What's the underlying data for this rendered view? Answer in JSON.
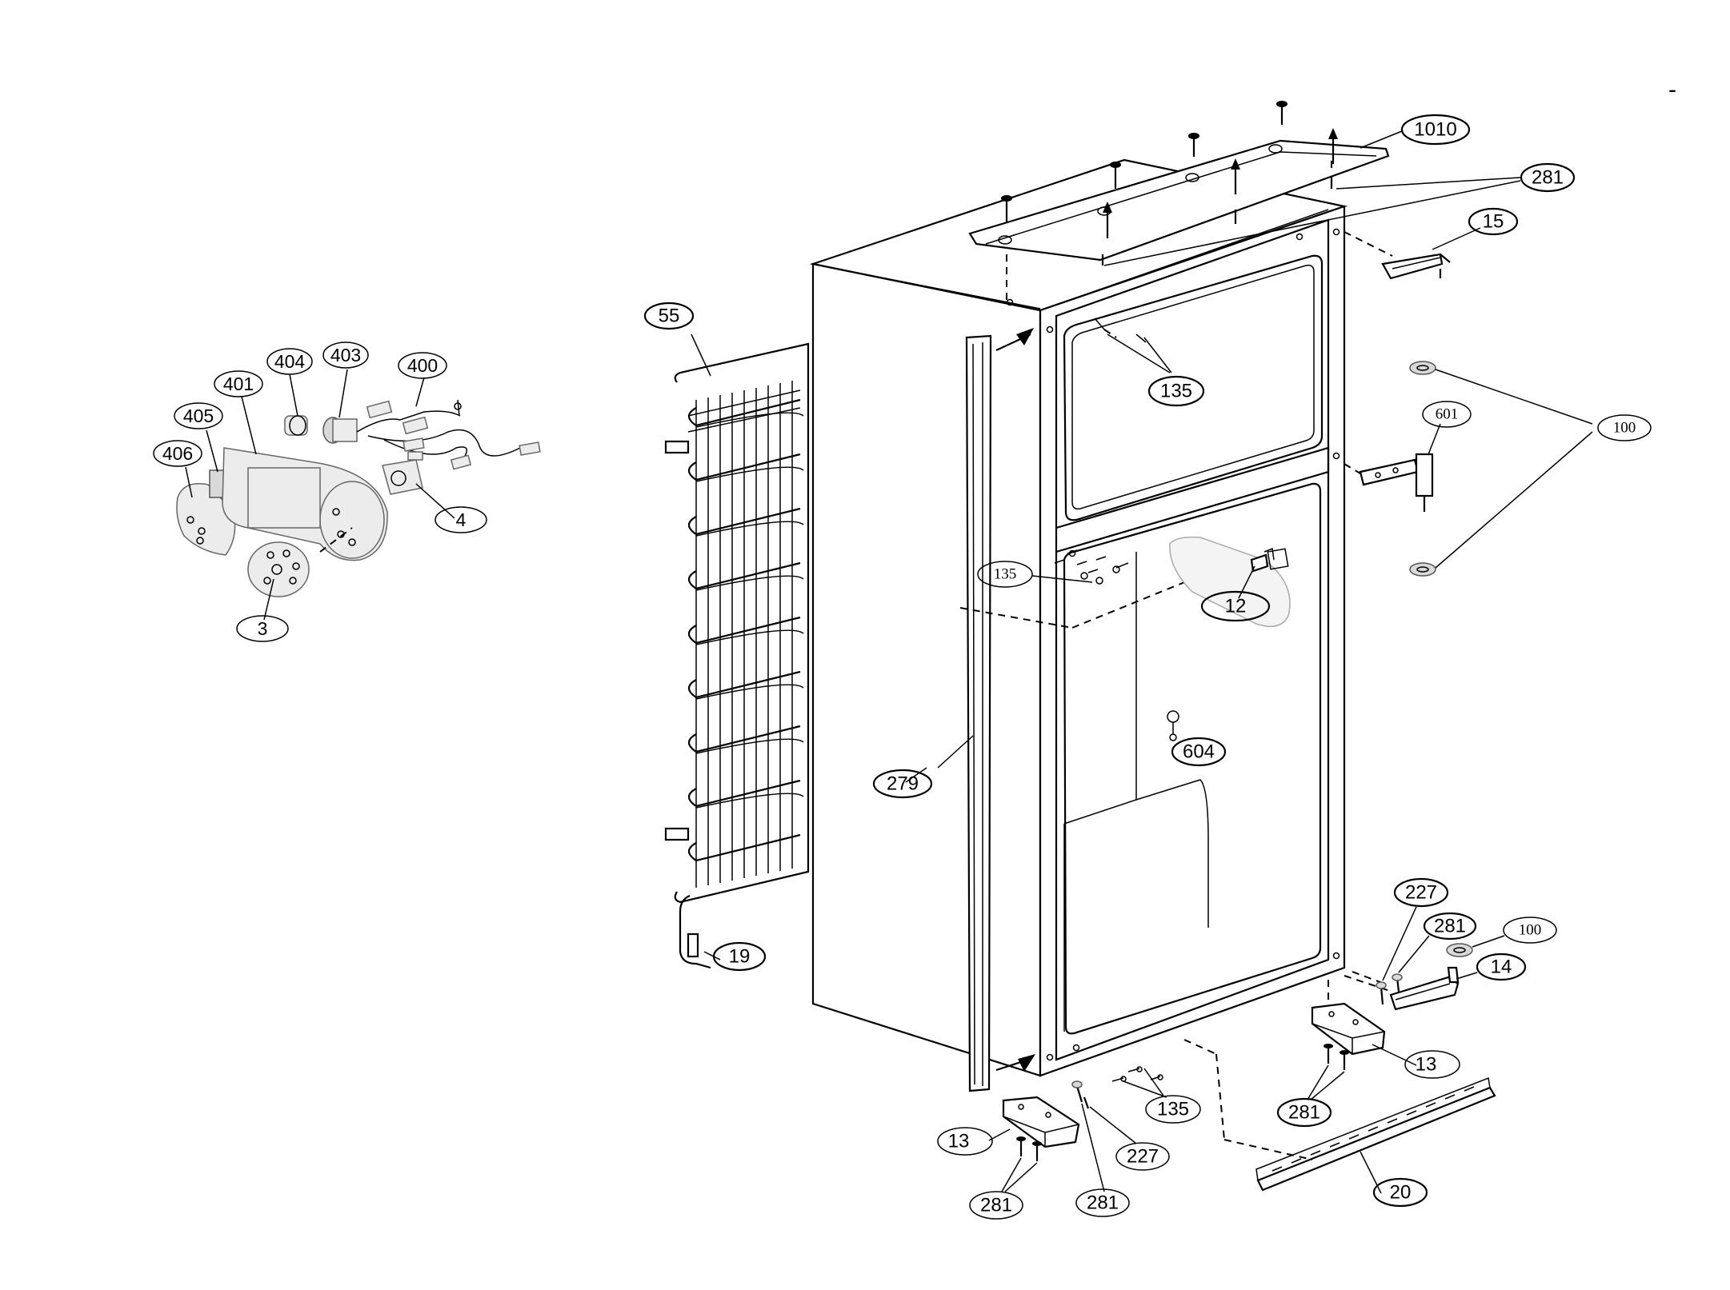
{
  "corner_mark": "-",
  "callouts": [
    {
      "id": "c-1010",
      "label": "1010"
    },
    {
      "id": "c-281-top",
      "label": "281"
    },
    {
      "id": "c-15",
      "label": "15"
    },
    {
      "id": "c-55",
      "label": "55"
    },
    {
      "id": "c-135-a",
      "label": "135"
    },
    {
      "id": "c-601",
      "label": "601"
    },
    {
      "id": "c-100-a",
      "label": "100"
    },
    {
      "id": "c-135-b",
      "label": "135"
    },
    {
      "id": "c-12",
      "label": "12"
    },
    {
      "id": "c-604",
      "label": "604"
    },
    {
      "id": "c-279",
      "label": "279"
    },
    {
      "id": "c-19",
      "label": "19"
    },
    {
      "id": "c-227-a",
      "label": "227"
    },
    {
      "id": "c-281-b",
      "label": "281"
    },
    {
      "id": "c-100-b",
      "label": "100"
    },
    {
      "id": "c-14",
      "label": "14"
    },
    {
      "id": "c-13-a",
      "label": "13"
    },
    {
      "id": "c-281-c",
      "label": "281"
    },
    {
      "id": "c-135-c",
      "label": "135"
    },
    {
      "id": "c-13-b",
      "label": "13"
    },
    {
      "id": "c-227-b",
      "label": "227"
    },
    {
      "id": "c-20",
      "label": "20"
    },
    {
      "id": "c-281-d",
      "label": "281"
    },
    {
      "id": "c-281-e",
      "label": "281"
    },
    {
      "id": "c-404",
      "label": "404"
    },
    {
      "id": "c-403",
      "label": "403"
    },
    {
      "id": "c-400",
      "label": "400"
    },
    {
      "id": "c-401",
      "label": "401"
    },
    {
      "id": "c-405",
      "label": "405"
    },
    {
      "id": "c-406",
      "label": "406"
    },
    {
      "id": "c-4",
      "label": "4"
    },
    {
      "id": "c-3",
      "label": "3"
    }
  ]
}
